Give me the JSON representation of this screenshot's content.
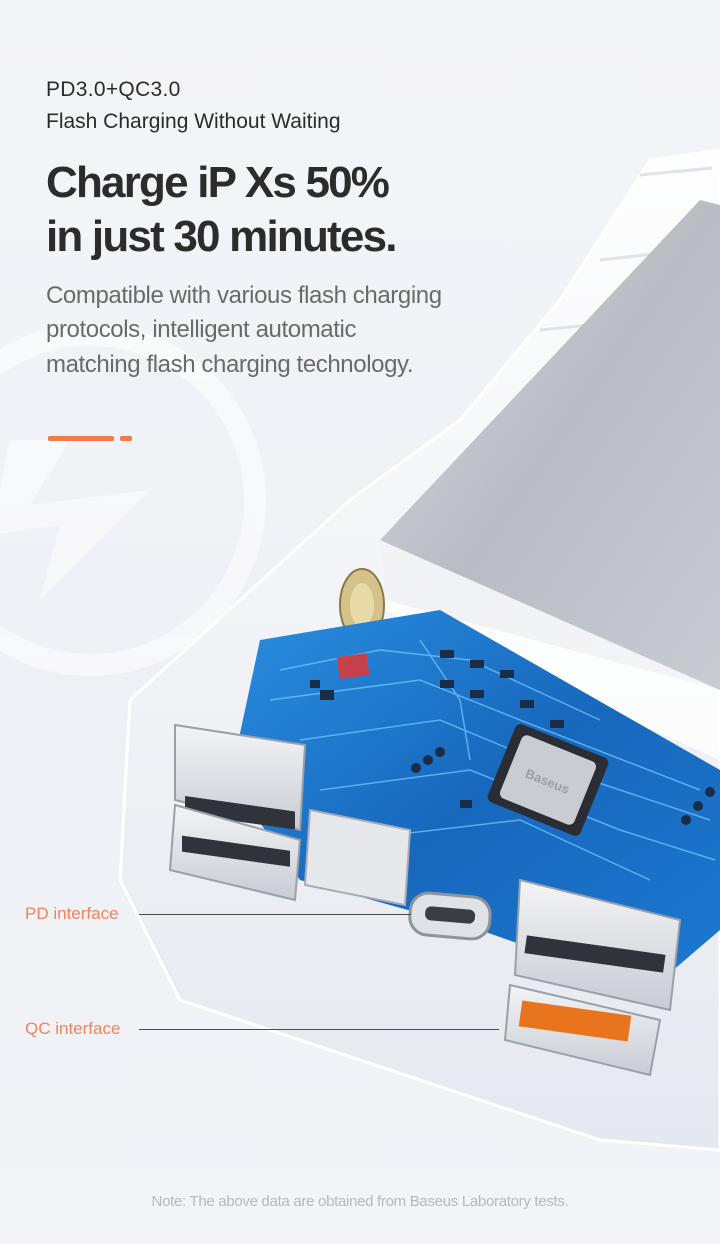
{
  "header": {
    "protocols": "PD3.0+QC3.0",
    "tagline": "Flash Charging Without Waiting"
  },
  "headline": {
    "line1": "Charge iP Xs 50%",
    "line2": "in just 30 minutes."
  },
  "description": {
    "line1": "Compatible with various flash charging",
    "line2": "protocols, intelligent automatic",
    "line3": "matching flash charging technology."
  },
  "product": {
    "chip_brand": "Baseus"
  },
  "callouts": {
    "pd": "PD interface",
    "qc": "QC interface"
  },
  "footer": {
    "note": "Note: The above data are obtained from Baseus Laboratory tests."
  },
  "colors": {
    "accent": "#f07a4a",
    "callout_text": "#f0845a",
    "pcb_blue": "#1a7fd0",
    "qc_port": "#e8751e"
  }
}
